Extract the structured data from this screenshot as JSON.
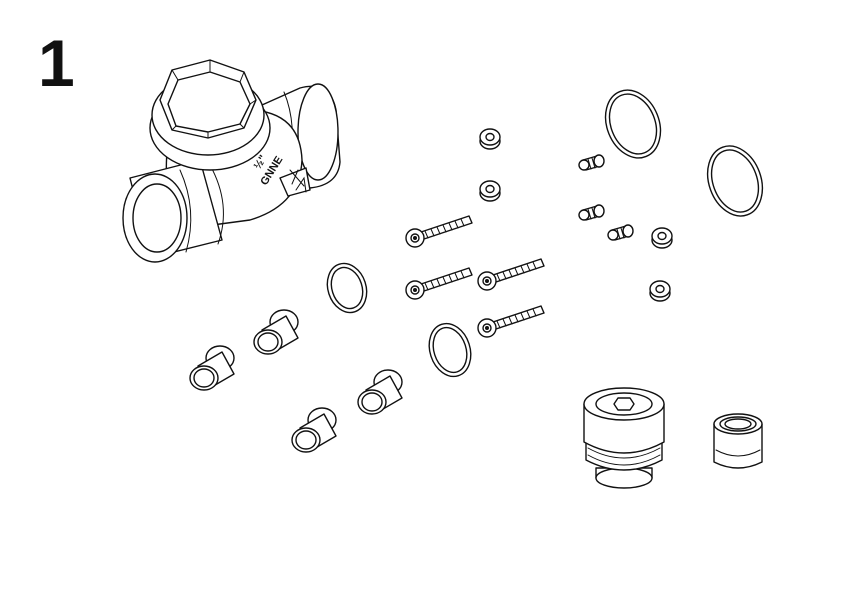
{
  "step": {
    "number": "1"
  },
  "body_marking": {
    "brand": "GNNE",
    "size": "½\""
  }
}
